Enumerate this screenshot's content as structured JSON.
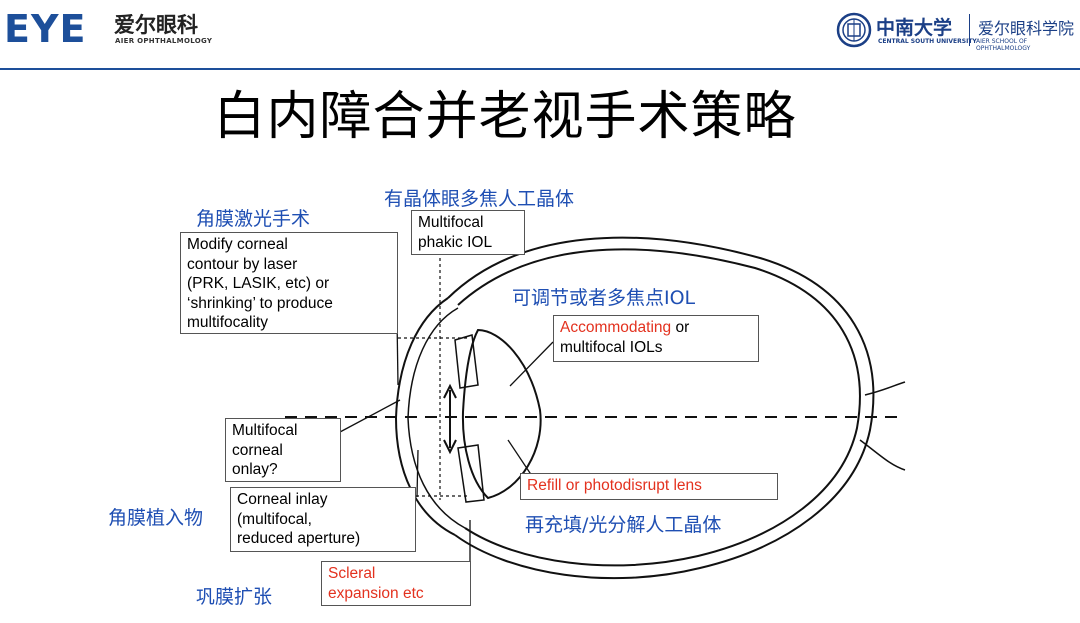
{
  "header": {
    "logo_mark": "EYE",
    "logo_cn": "爱尔眼科",
    "logo_en": "AIER OPHTHALMOLOGY",
    "csu_cn": "中南大学",
    "csu_en": "CENTRAL SOUTH UNIVERSITY",
    "school_cn": "爱尔眼科学院",
    "school_en": "AIER SCHOOL OF OPHTHALMOLOGY"
  },
  "title": "白内障合并老视手术策略",
  "labels": {
    "phakic_cn": "有晶体眼多焦人工晶体",
    "laser_cn": "角膜激光手术",
    "accom_cn": "可调节或者多焦点IOL",
    "inlay_cn": "角膜植入物",
    "refill_cn": "再充填/光分解人工晶体",
    "scleral_cn": "巩膜扩张"
  },
  "boxes": {
    "laser_lines": [
      "Modify corneal",
      "contour by laser",
      "(PRK, LASIK, etc) or",
      "‘shrinking’ to produce",
      "multifocality"
    ],
    "phakic_lines": [
      "Multifocal",
      "phakic IOL"
    ],
    "accom_red": "Accommodating",
    "accom_rest_1": " or",
    "accom_rest_2": "multifocal IOLs",
    "onlay_lines": [
      "Multifocal",
      "corneal",
      "onlay?"
    ],
    "inlay_lines": [
      "Corneal inlay",
      "(multifocal,",
      "reduced aperture)"
    ],
    "refill": "Refill or photodisrupt lens",
    "scleral_lines": [
      "Scleral",
      "expansion etc"
    ]
  },
  "colors": {
    "brand_blue": "#1d4f9a",
    "label_blue": "#1f4fb3",
    "highlight_red": "#e3311e"
  }
}
